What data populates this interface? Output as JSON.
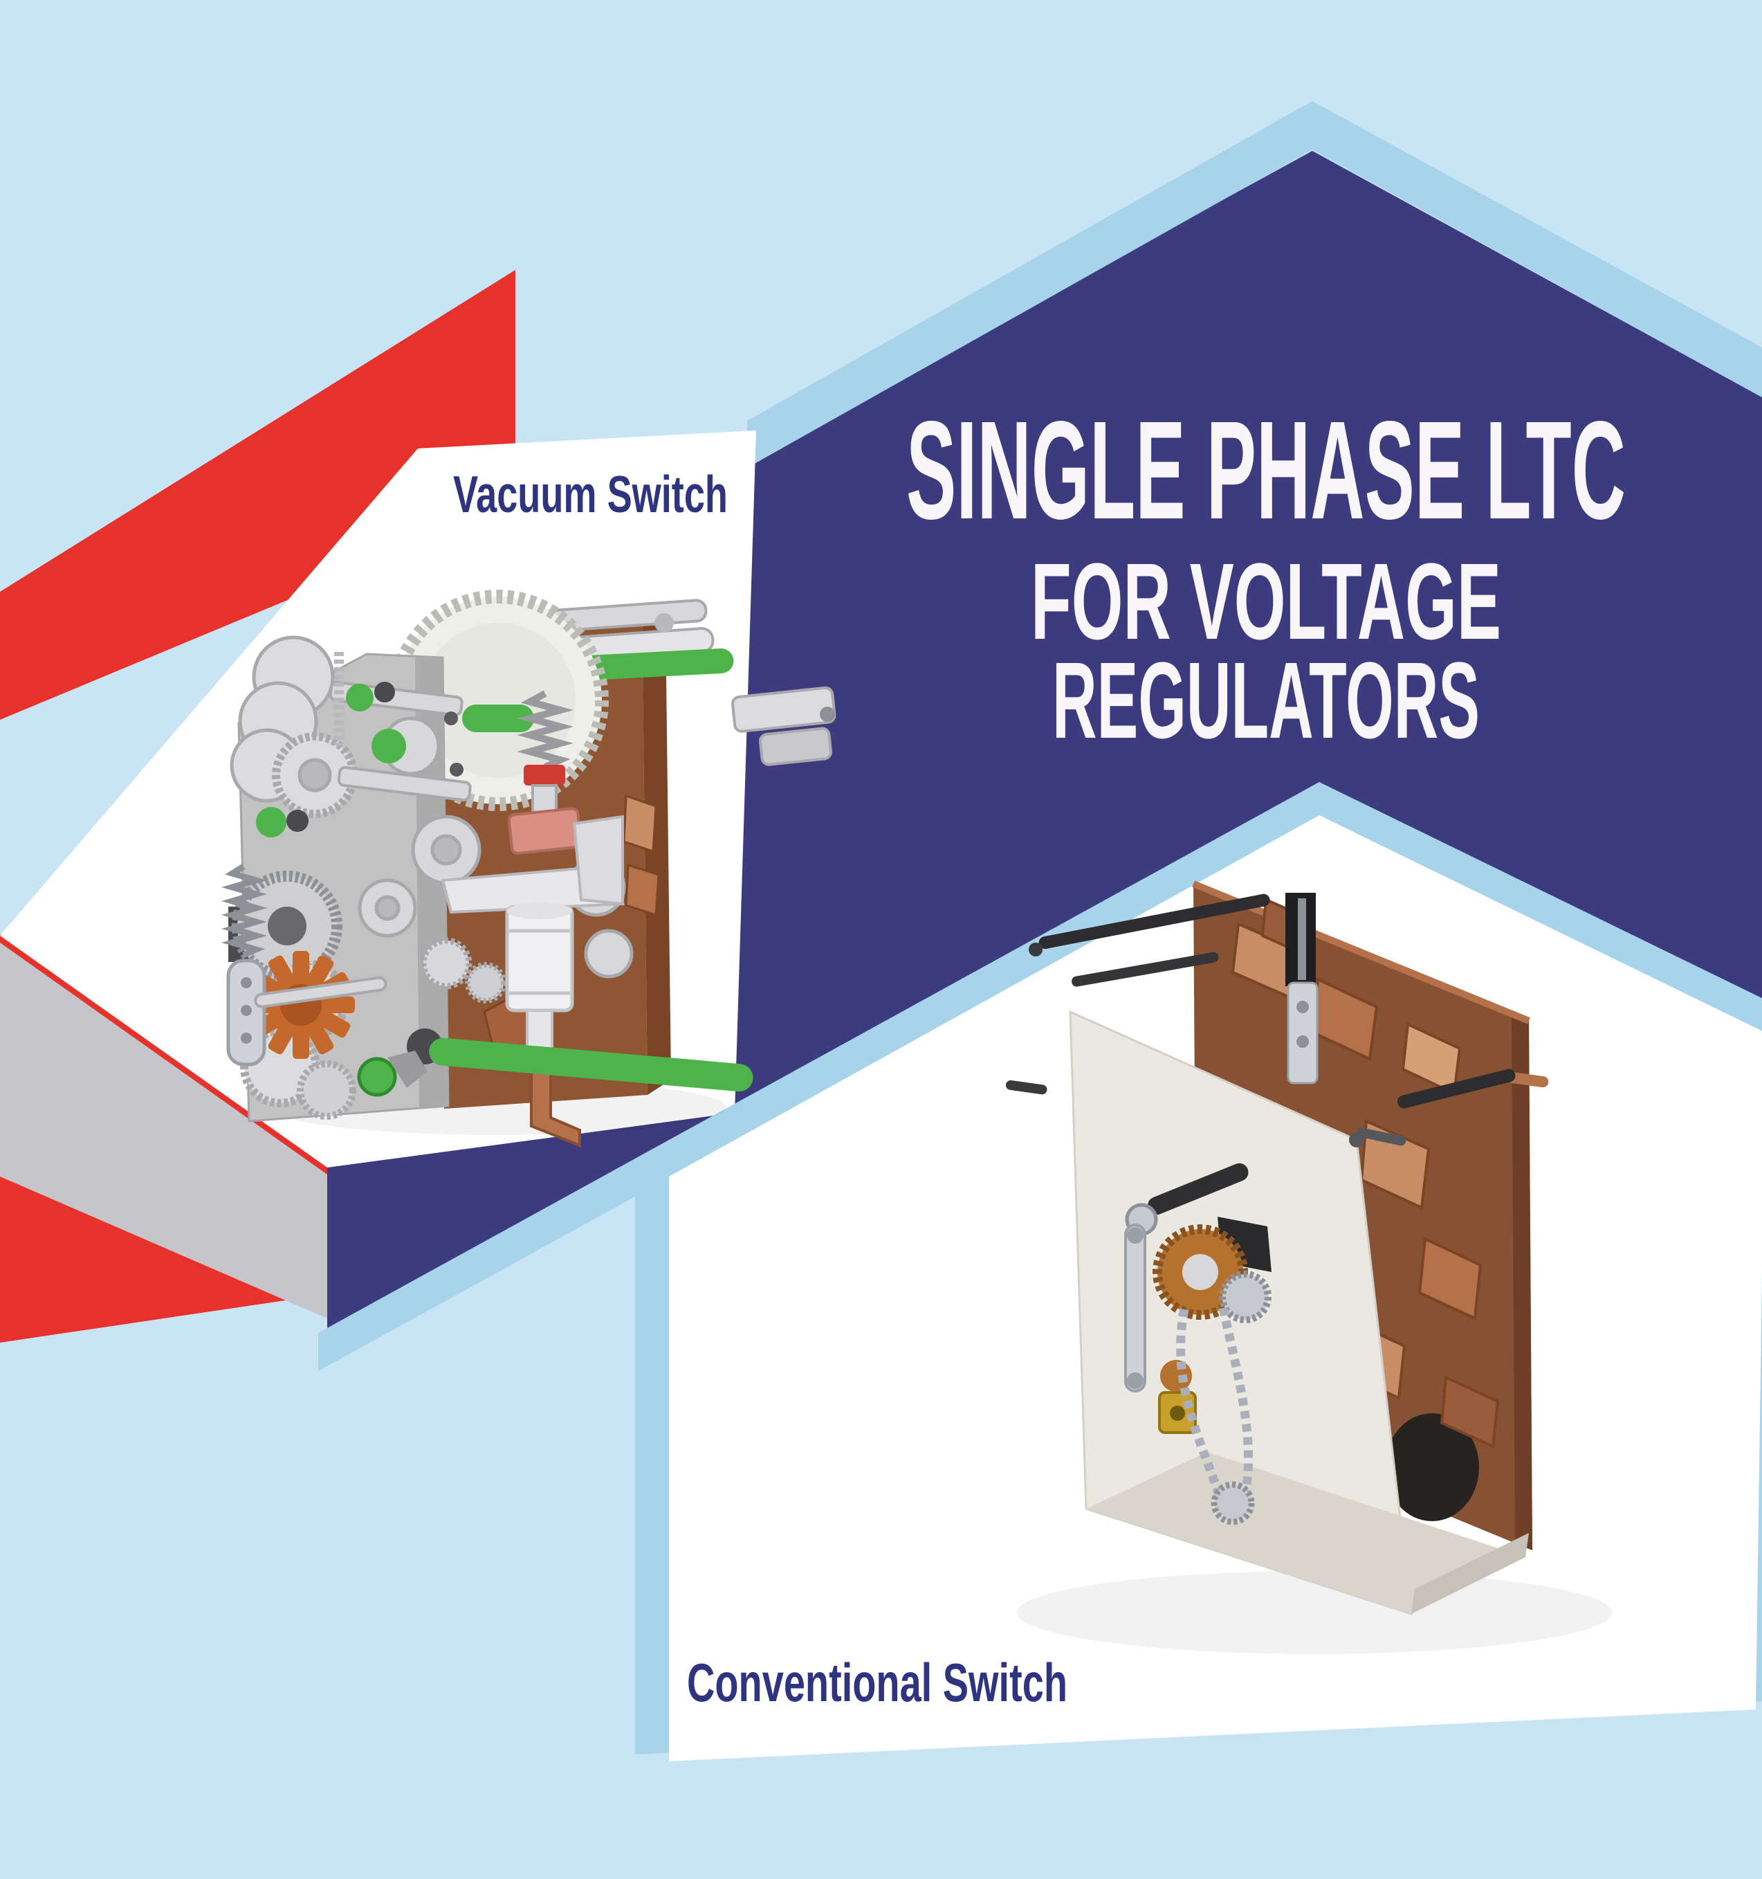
{
  "poster": {
    "title": {
      "line1": "SINGLE PHASE LTC",
      "line2": "FOR VOLTAGE",
      "line3": "REGULATORS"
    },
    "products": [
      {
        "label": "Vacuum Switch"
      },
      {
        "label": "Conventional Switch"
      }
    ],
    "colors": {
      "background": "#c9e4f4",
      "sky_band": "#a7d4ea",
      "navy": "#3d3b80",
      "red": "#e6322a",
      "gray_band": "#c6c5c9",
      "panel_white": "#ffffff",
      "label_text": "#2e3480",
      "title_text": "#f8f6f9"
    }
  }
}
